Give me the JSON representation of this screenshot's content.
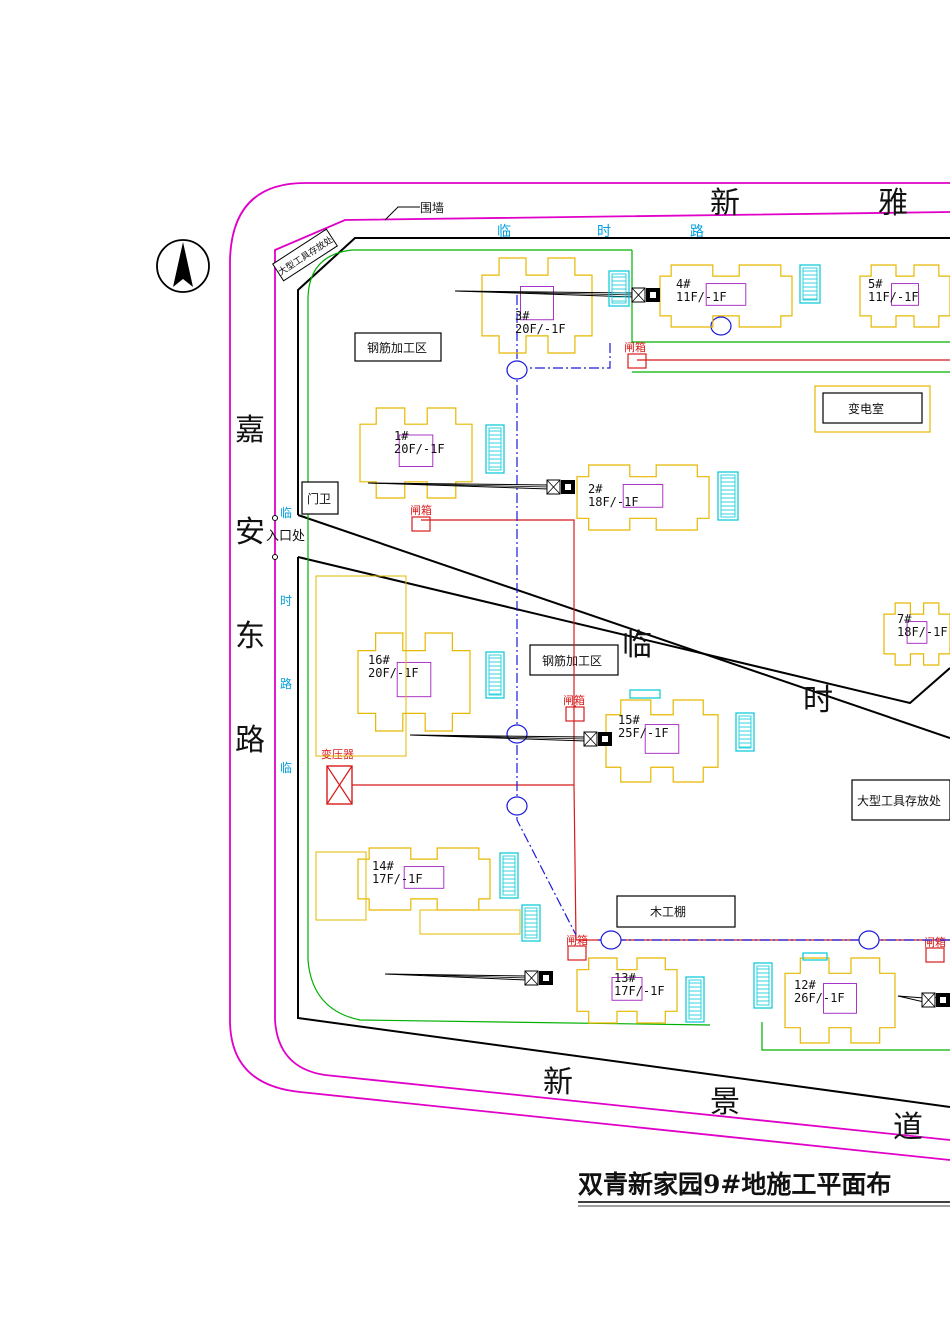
{
  "colors": {
    "boundary": "#e000c8",
    "site": "#000000",
    "green": "#00b000",
    "building": "#e6b800",
    "hoist": "#00c8d8",
    "power": "#d81b1b",
    "pipe": "#1a1adc",
    "purple": "#a020c0"
  },
  "title": "双青新家园9#地施工平面布",
  "labels": {
    "wall": "围墙",
    "large_tool_store_small": "大型工具存放处",
    "steel_area_1": "钢筋加工区",
    "steel_area_2": "钢筋加工区",
    "substation": "变电室",
    "gate_guard": "门卫",
    "entrance": "入口处",
    "transformer": "变压器",
    "large_tool_store": "大型工具存放处",
    "carpentry": "木工棚",
    "switch_box": "闸箱"
  },
  "roads": {
    "north": [
      "新",
      "雅"
    ],
    "west": [
      "嘉",
      "安",
      "东",
      "路"
    ],
    "south": [
      "新",
      "景",
      "道"
    ],
    "diagonal": [
      "临",
      "时"
    ],
    "temp_top": [
      "临",
      "时",
      "路"
    ],
    "temp_left": [
      "临",
      "时",
      "路",
      "临"
    ]
  },
  "buildings": [
    {
      "no": "3#",
      "floors": "20F/-1F"
    },
    {
      "no": "4#",
      "floors": "11F/-1F"
    },
    {
      "no": "5#",
      "floors": "11F/-1F"
    },
    {
      "no": "1#",
      "floors": "20F/-1F"
    },
    {
      "no": "2#",
      "floors": "18F/-1F"
    },
    {
      "no": "7#",
      "floors": "18F/-1F"
    },
    {
      "no": "16#",
      "floors": "20F/-1F"
    },
    {
      "no": "15#",
      "floors": "25F/-1F"
    },
    {
      "no": "14#",
      "floors": "17F/-1F"
    },
    {
      "no": "13#",
      "floors": "17F/-1F"
    },
    {
      "no": "12#",
      "floors": "26F/-1F"
    }
  ]
}
